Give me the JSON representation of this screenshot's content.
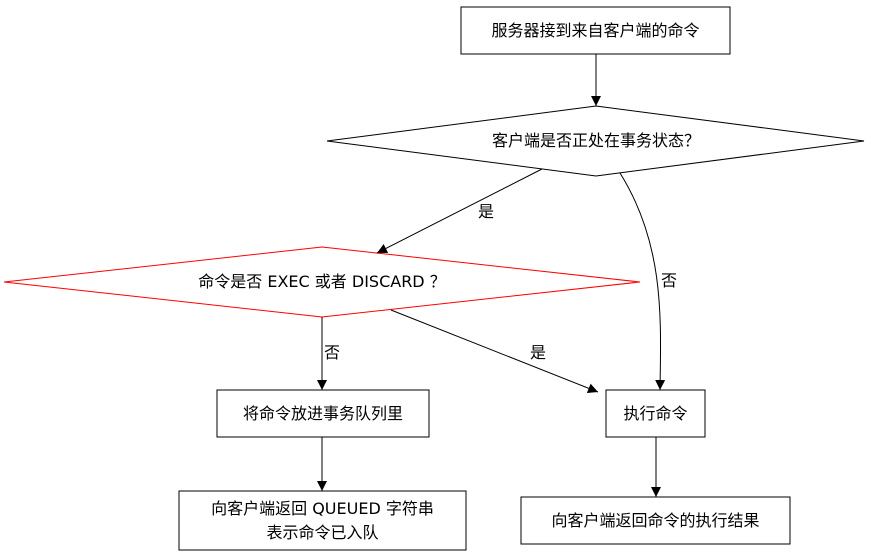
{
  "colors": {
    "stroke": "#000000",
    "highlight_stroke": "#ff0000",
    "background": "#ffffff",
    "text": "#000000"
  },
  "nodes": {
    "receive_command": {
      "label": "服务器接到来自客户端的命令",
      "shape": "box"
    },
    "in_transaction": {
      "label": "客户端是否正处在事务状态？",
      "shape": "diamond"
    },
    "is_exec_or_discard": {
      "label": "命令是否 EXEC 或者 DISCARD ？",
      "shape": "diamond",
      "highlighted": true
    },
    "queue_command": {
      "label": "将命令放进事务队列里",
      "shape": "box"
    },
    "execute_command": {
      "label": "执行命令",
      "shape": "box"
    },
    "return_queued_line1": {
      "label": "向客户端返回 QUEUED 字符串",
      "shape": "box"
    },
    "return_queued_line2": {
      "label": "表示命令已入队",
      "shape": "box"
    },
    "return_result": {
      "label": "向客户端返回命令的执行结果",
      "shape": "box"
    }
  },
  "edges": {
    "in_transaction_yes": "是",
    "in_transaction_no": "否",
    "exec_discard_no": "否",
    "exec_discard_yes": "是"
  }
}
